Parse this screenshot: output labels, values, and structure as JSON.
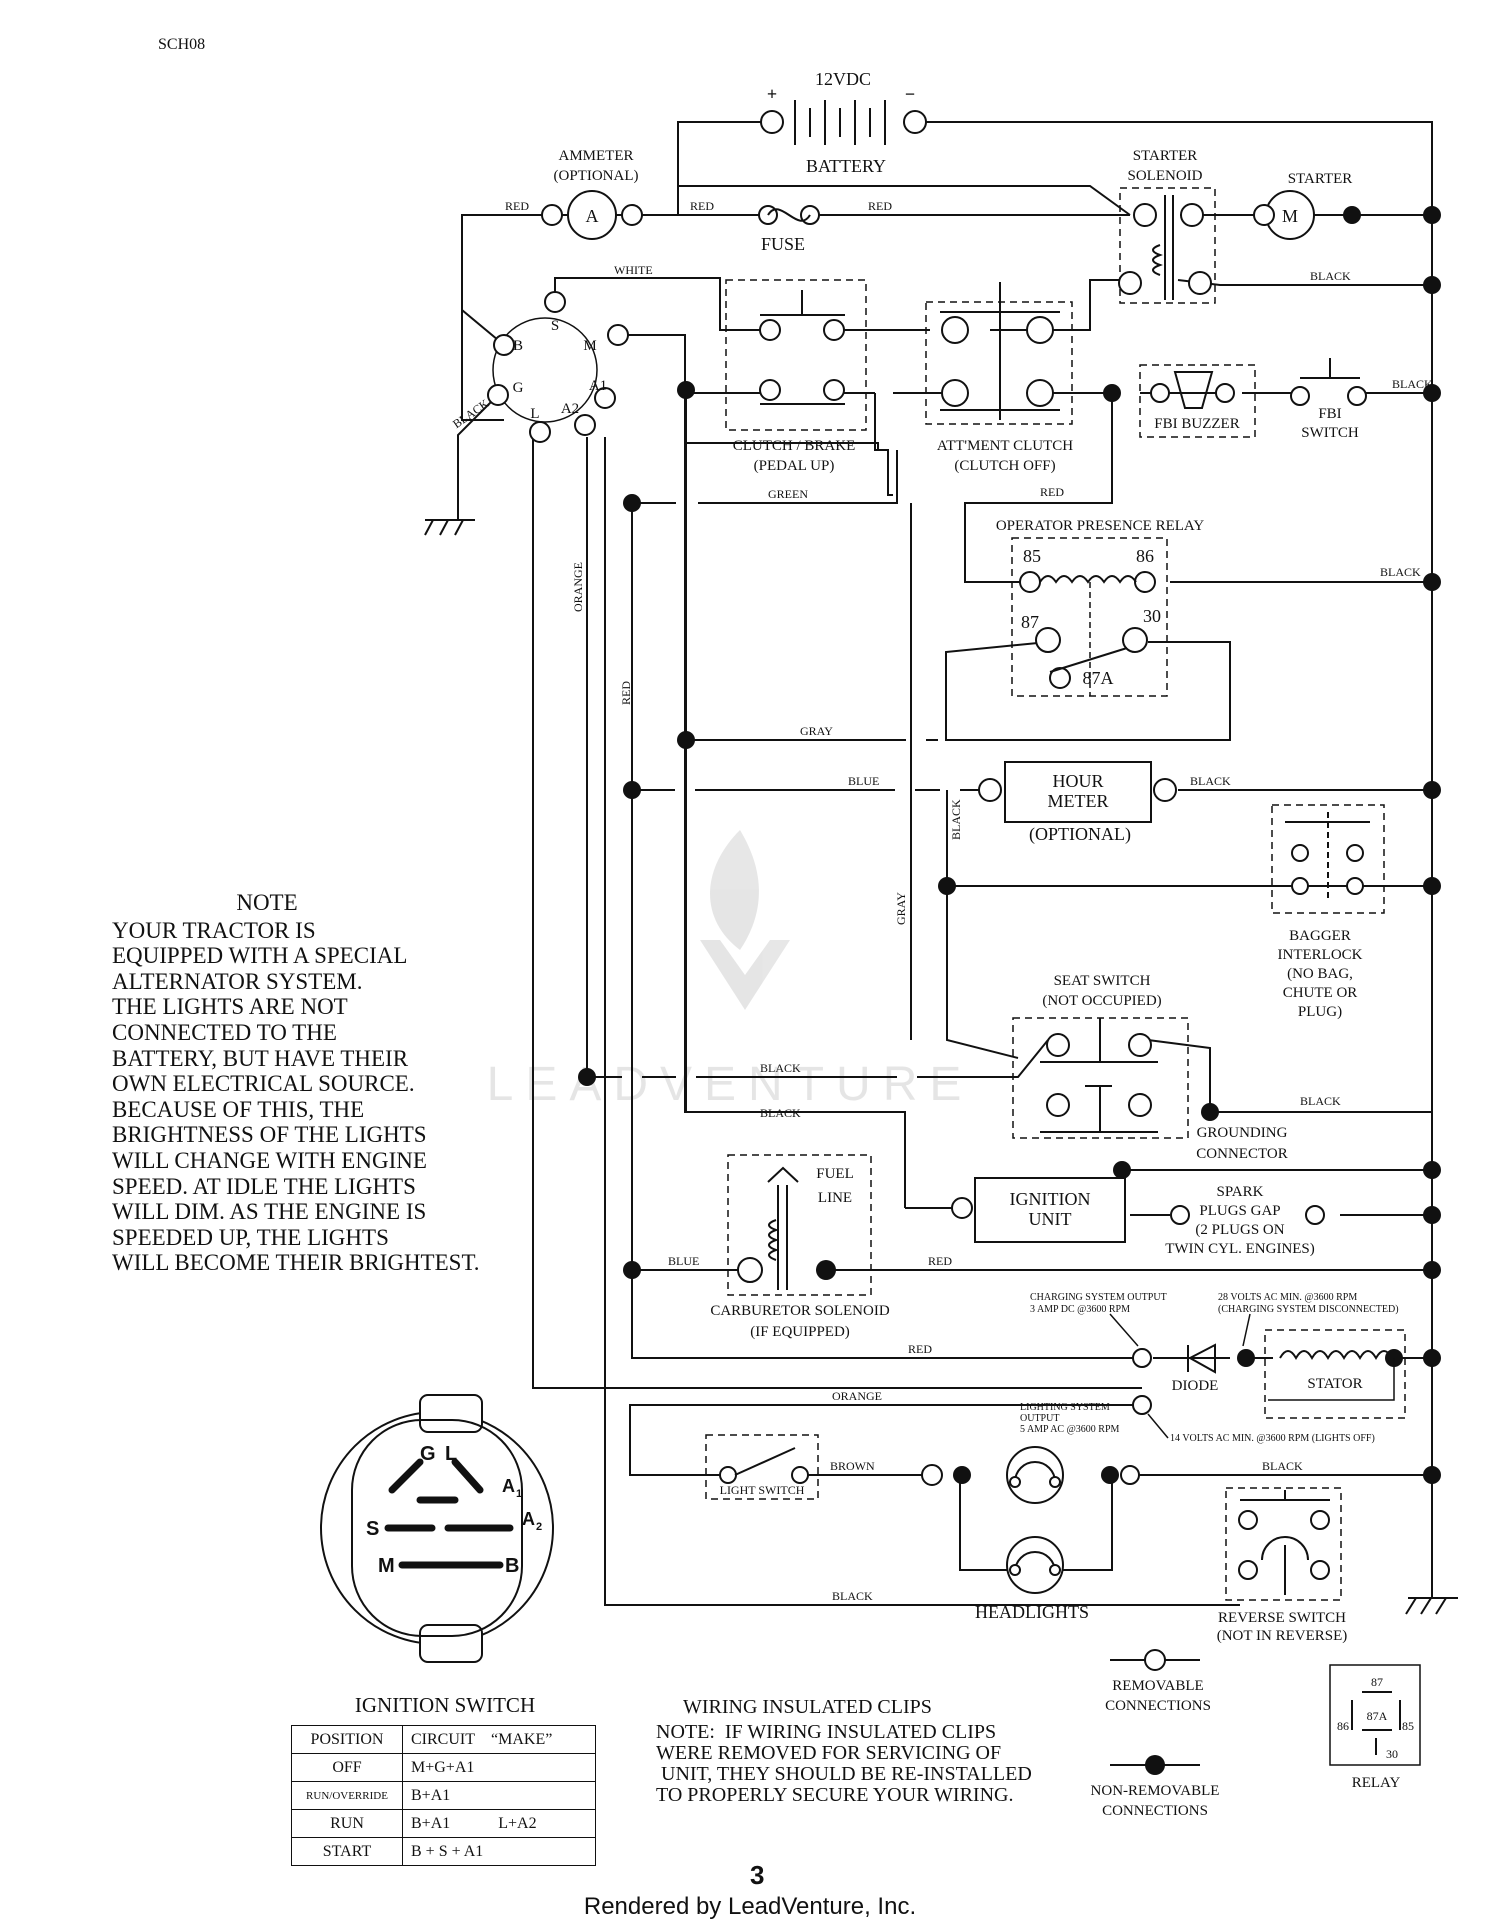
{
  "document": {
    "code": "SCH08",
    "page_number": "3",
    "footer": "Rendered by LeadVenture, Inc.",
    "watermark": "LEADVENTURE"
  },
  "battery": {
    "voltage": "12VDC",
    "plus": "+",
    "minus": "−",
    "label": "BATTERY"
  },
  "ammeter": {
    "label": "AMMETER",
    "sublabel": "(OPTIONAL)",
    "symbol": "A"
  },
  "fuse": {
    "label": "FUSE"
  },
  "starter_solenoid": {
    "label_line1": "STARTER",
    "label_line2": "SOLENOID"
  },
  "starter": {
    "label": "STARTER",
    "symbol": "M"
  },
  "ignition_terminals": {
    "B": "B",
    "S": "S",
    "M": "M",
    "G": "G",
    "L": "L",
    "A2": "A2",
    "A1": "A1"
  },
  "clutch_brake": {
    "line1": "CLUTCH / BRAKE",
    "line2": "(PEDAL UP)"
  },
  "attachment_clutch": {
    "line1": "ATT'MENT CLUTCH",
    "line2": "(CLUTCH OFF)"
  },
  "fbi_buzzer": {
    "label": "FBI BUZZER"
  },
  "fbi_switch": {
    "line1": "FBI",
    "line2": "SWITCH"
  },
  "relay": {
    "label": "OPERATOR PRESENCE RELAY",
    "pin85": "85",
    "pin86": "86",
    "pin87": "87",
    "pin30": "30",
    "pin87a": "87A"
  },
  "hour_meter": {
    "line1": "HOUR",
    "line2": "METER",
    "optional": "(OPTIONAL)"
  },
  "bagger_interlock": {
    "line1": "BAGGER",
    "line2": "INTERLOCK",
    "line3": "(NO BAG,",
    "line4": "CHUTE OR",
    "line5": "PLUG)"
  },
  "seat_switch": {
    "line1": "SEAT SWITCH",
    "line2": "(NOT OCCUPIED)"
  },
  "grounding_connector": {
    "line1": "GROUNDING",
    "line2": "CONNECTOR"
  },
  "ignition_unit": {
    "line1": "IGNITION",
    "line2": "UNIT"
  },
  "spark_plugs": {
    "line1": "SPARK",
    "line2": "PLUGS GAP",
    "line3": "(2 PLUGS ON",
    "line4": "TWIN CYL. ENGINES)"
  },
  "carb_solenoid": {
    "fuel_line1": "FUEL",
    "fuel_line2": "LINE",
    "line1": "CARBURETOR SOLENOID",
    "line2": "(IF EQUIPPED)"
  },
  "charging": {
    "output_line1": "CHARGING SYSTEM OUTPUT",
    "output_line2": "3 AMP DC @3600 RPM",
    "stator_note_line1": "28 VOLTS AC MIN. @3600 RPM",
    "stator_note_line2": "(CHARGING SYSTEM DISCONNECTED)",
    "diode": "DIODE",
    "stator": "STATOR",
    "lighting_line1": "LIGHTING SYSTEM",
    "lighting_line2": "OUTPUT",
    "lighting_line3": "5 AMP AC @3600 RPM",
    "lighting_note": "14 VOLTS AC MIN. @3600 RPM (LIGHTS OFF)"
  },
  "light_switch": {
    "label": "LIGHT SWITCH"
  },
  "headlights": {
    "label": "HEADLIGHTS"
  },
  "reverse_switch": {
    "line1": "REVERSE SWITCH",
    "line2": "(NOT IN REVERSE)"
  },
  "wire_labels": {
    "red": "RED",
    "white": "WHITE",
    "black": "BLACK",
    "green": "GREEN",
    "orange": "ORANGE",
    "gray": "GRAY",
    "blue": "BLUE",
    "brown": "BROWN"
  },
  "ignition_switch_diagram": {
    "G": "G",
    "L": "L",
    "A1": "A",
    "A1_sub": "1",
    "S": "S",
    "A2": "A",
    "A2_sub": "2",
    "M": "M",
    "B": "B"
  },
  "ignition_switch": {
    "title": "IGNITION SWITCH",
    "headers": [
      "POSITION",
      "CIRCUIT",
      "“MAKE”"
    ],
    "rows": [
      {
        "position": "OFF",
        "circuit": "M+G+A1"
      },
      {
        "position": "RUN/OVERRIDE",
        "circuit": "B+A1"
      },
      {
        "position": "RUN",
        "circuit": "B+A1            L+A2"
      },
      {
        "position": "START",
        "circuit": "B + S + A1"
      }
    ]
  },
  "note": {
    "title": "NOTE",
    "lines": [
      "YOUR TRACTOR IS",
      "EQUIPPED WITH A SPECIAL",
      "ALTERNATOR SYSTEM.",
      "THE LIGHTS ARE NOT",
      "CONNECTED TO THE",
      "BATTERY, BUT HAVE THEIR",
      "OWN ELECTRICAL SOURCE.",
      "BECAUSE OF THIS, THE",
      "BRIGHTNESS OF THE LIGHTS",
      "WILL CHANGE WITH ENGINE",
      "SPEED.  AT IDLE THE LIGHTS",
      "WILL DIM.  AS THE ENGINE IS",
      "SPEEDED UP, THE LIGHTS",
      "WILL BECOME THEIR BRIGHTEST."
    ]
  },
  "clips_note": {
    "title": "WIRING INSULATED CLIPS",
    "lines": [
      "NOTE:  IF WIRING INSULATED CLIPS",
      "WERE REMOVED FOR SERVICING OF",
      " UNIT, THEY SHOULD BE RE-INSTALLED",
      "TO PROPERLY SECURE YOUR WIRING."
    ]
  },
  "legend": {
    "removable_line1": "REMOVABLE",
    "removable_line2": "CONNECTIONS",
    "nonremovable_line1": "NON-REMOVABLE",
    "nonremovable_line2": "CONNECTIONS",
    "relay_label": "RELAY",
    "relay_87": "87",
    "relay_87a": "87A",
    "relay_86": "86",
    "relay_85": "85",
    "relay_30": "30"
  }
}
